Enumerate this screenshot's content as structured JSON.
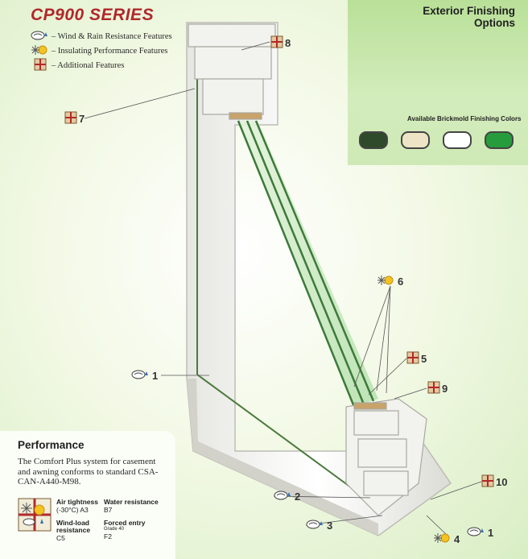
{
  "header": {
    "series_title": "CP900 SERIES"
  },
  "legend": [
    {
      "icon": "wind-rain-icon",
      "label": "– Wind & Rain Resistance Features"
    },
    {
      "icon": "sun-snow-icon",
      "label": "– Insulating Performance Features"
    },
    {
      "icon": "additional-features-icon",
      "label": "– Additional Features"
    }
  ],
  "exterior": {
    "title_line1": "Exterior Finishing",
    "title_line2": "Options",
    "swatch_title": "Available Brickmold Finishing Colors",
    "swatch_colors": [
      "#2e4a2b",
      "#ece4c4",
      "#ffffff",
      "#279c3c"
    ]
  },
  "callouts": [
    {
      "num": "8",
      "icon": "additional-features-icon"
    },
    {
      "num": "7",
      "icon": "additional-features-icon"
    },
    {
      "num": "6",
      "icon": "sun-snow-icon"
    },
    {
      "num": "5",
      "icon": "additional-features-icon"
    },
    {
      "num": "9",
      "icon": "additional-features-icon"
    },
    {
      "num": "1",
      "icon": "wind-rain-icon"
    },
    {
      "num": "10",
      "icon": "additional-features-icon"
    },
    {
      "num": "2",
      "icon": "wind-rain-icon"
    },
    {
      "num": "3",
      "icon": "wind-rain-icon"
    },
    {
      "num": "4",
      "icon": "sun-snow-icon"
    },
    {
      "num": "1",
      "icon": "wind-rain-icon"
    }
  ],
  "performance": {
    "title": "Performance",
    "description": "The Comfort Plus system for casement and awning conforms to standard CSA-CAN-A440-M98.",
    "specs": [
      {
        "label": "Air tightness",
        "value": "(-30°C) A3"
      },
      {
        "label": "Water resistance",
        "value": "B7"
      },
      {
        "label": "Wind-load resistance",
        "value": "C5"
      },
      {
        "label": "Forced entry",
        "sub": "Grade 40",
        "value": "F2"
      }
    ]
  }
}
